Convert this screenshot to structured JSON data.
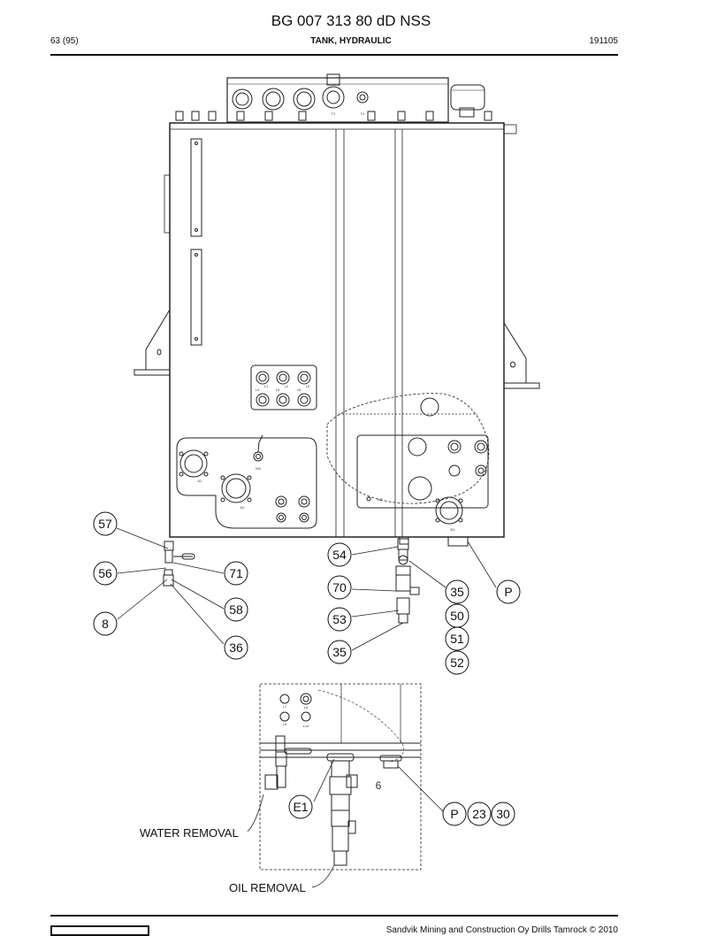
{
  "header": {
    "doc_title": "BG 007 313 80 dD NSS",
    "page": "63 (95)",
    "section_title": "TANK, HYDRAULIC",
    "date": "191105"
  },
  "footer": {
    "copyright": "Sandvik Mining and Construction Oy Drills Tamrock © 2010"
  },
  "callouts": {
    "c57": "57",
    "c56": "56",
    "c71": "71",
    "c8": "8",
    "c58": "58",
    "c36": "36",
    "c54": "54",
    "c70": "70",
    "c53": "53",
    "c35a": "35",
    "c35b": "35",
    "c50": "50",
    "c51": "51",
    "c52": "52",
    "cP1": "P",
    "cE1": "E1",
    "cP2": "P",
    "c23": "23",
    "c30": "30"
  },
  "labels": {
    "water_removal": "WATER REMOVAL",
    "oil_removal": "OIL REMOVAL"
  },
  "port_marks": {
    "t1": "T1",
    "t2": "T2",
    "l1": "L1",
    "l2": "L2",
    "l3": "L3",
    "l4": "L4",
    "l5": "L5",
    "l6": "L6",
    "m3": "M3",
    "m2": "M2",
    "a1": "A1",
    "a2": "A2",
    "b1": "B1",
    "l7": "L7",
    "l8": "L8",
    "l9": "L9",
    "l10": "L10",
    "d6": "6"
  }
}
